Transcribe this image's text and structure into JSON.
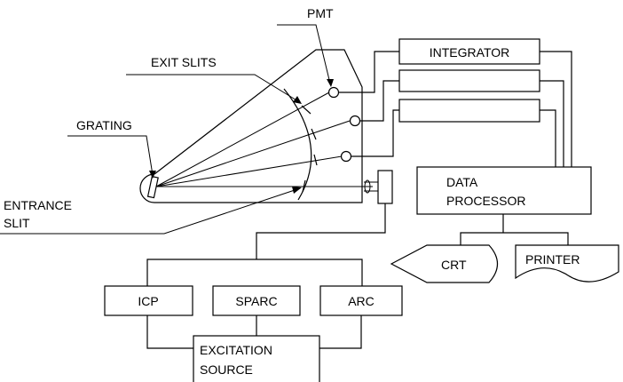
{
  "labels": {
    "pmt": "PMT",
    "exit_slits": "EXIT SLITS",
    "grating": "GRATING",
    "entrance_slit_line1": "ENTRANCE",
    "entrance_slit_line2": "SLIT",
    "integrator": "INTEGRATOR",
    "data_processor_line1": "DATA",
    "data_processor_line2": "PROCESSOR",
    "crt": "CRT",
    "printer": "PRINTER",
    "icp": "ICP",
    "sparc": "SPARC",
    "arc": "ARC",
    "excitation_line1": "EXCITATION",
    "excitation_line2": "SOURCE"
  }
}
